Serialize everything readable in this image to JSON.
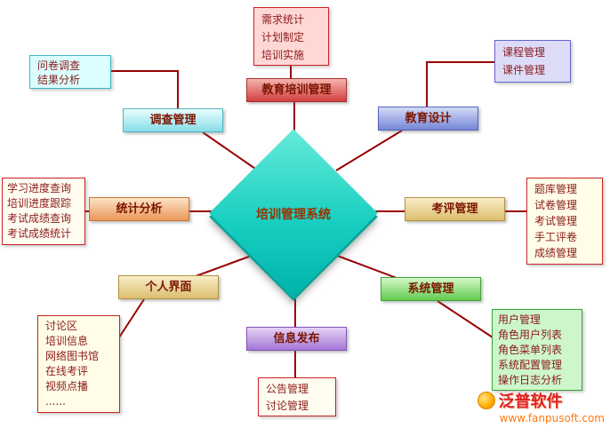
{
  "palette": {
    "line_color": "#990000",
    "center_fill": "#19cfc1",
    "training_red": "#d24040",
    "survey_cyan": "#86dde8",
    "design_blue": "#7687d6",
    "stats_orange": "#ea985a",
    "eval_tan": "#dcbd6e",
    "info_purple": "#a577d6",
    "system_green": "#63cb50"
  },
  "center": {
    "label": "培训管理系统"
  },
  "nodes": {
    "training": {
      "label": "教育培训管理",
      "details": [
        "需求统计",
        "计划制定",
        "培训实施"
      ]
    },
    "survey": {
      "label": "调查管理",
      "details": [
        "问卷调查",
        "结果分析"
      ]
    },
    "design": {
      "label": "教育设计",
      "details": [
        "课程管理",
        "课件管理"
      ]
    },
    "stats": {
      "label": "统计分析",
      "details": [
        "学习进度查询",
        "培训进度跟踪",
        "考试成绩查询",
        "考试成绩统计"
      ]
    },
    "eval": {
      "label": "考评管理",
      "details": [
        "题库管理",
        "试卷管理",
        "考试管理",
        "手工评卷",
        "成绩管理"
      ]
    },
    "personal": {
      "label": "个人界面",
      "details": [
        "讨论区",
        "培训信息",
        "网络图书馆",
        "在线考评",
        "视频点播",
        "......"
      ]
    },
    "info": {
      "label": "信息发布",
      "details": [
        "公告管理",
        "讨论管理"
      ]
    },
    "system": {
      "label": "系统管理",
      "details": [
        "用户管理",
        "角色用户列表",
        "角色菜单列表",
        "系统配置管理",
        "操作日志分析"
      ]
    }
  },
  "logo": {
    "name": "泛普软件",
    "url": "www.fanpusoft.com"
  }
}
